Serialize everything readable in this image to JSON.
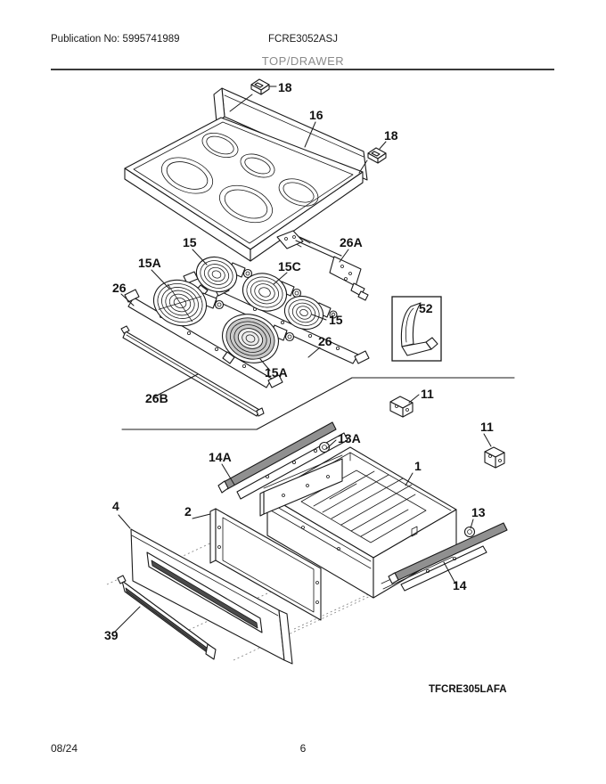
{
  "header": {
    "publication_label": "Publication No: 5995741989",
    "model_number": "FCRE3052ASJ",
    "section_title": "TOP/DRAWER"
  },
  "diagram": {
    "callouts": {
      "c18_top": "18",
      "c16": "16",
      "c18_right": "18",
      "c15_top": "15",
      "c15a_left": "15A",
      "c15c": "15C",
      "c26_left": "26",
      "c26a": "26A",
      "c15_right": "15",
      "c26_right": "26",
      "c15a_bottom": "15A",
      "c26b": "26B",
      "c52": "52",
      "c11_a": "11",
      "c11_b": "11",
      "c13a": "13A",
      "c14a": "14A",
      "c1": "1",
      "c2": "2",
      "c4": "4",
      "c13": "13",
      "c14": "14",
      "c39": "39"
    },
    "model_variant": "TFCRE305LAFA"
  },
  "footer": {
    "date": "08/24",
    "page_number": "6"
  },
  "colors": {
    "line": "#1a1a1a",
    "muted_title": "#8b8b8b",
    "rail_fill": "#909090",
    "dark_bar": "#4a4a4a",
    "coil_band": "#c9c9c9"
  }
}
